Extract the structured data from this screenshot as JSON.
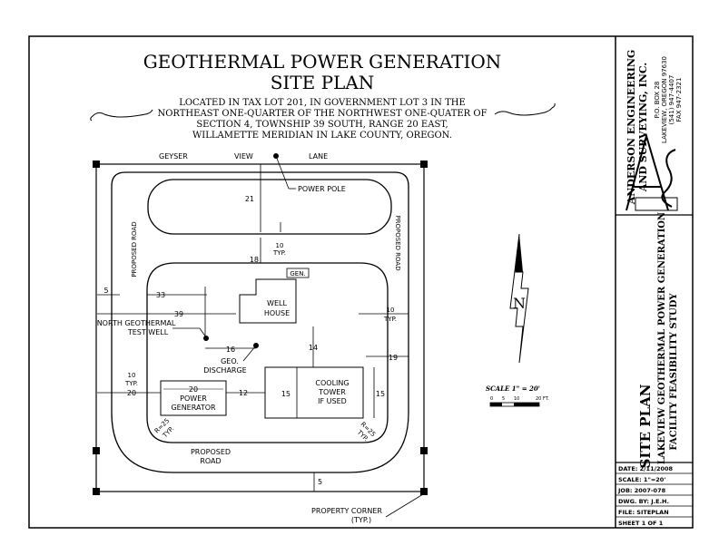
{
  "title": {
    "line1": "GEOTHERMAL POWER GENERATION",
    "line2": "SITE PLAN",
    "location": [
      "LOCATED IN TAX LOT 201, IN GOVERNMENT LOT 3 IN THE",
      "NORTHEAST ONE-QUARTER OF THE NORTHWEST ONE-QUATER OF",
      "SECTION 4, TOWNSHIP 39 SOUTH, RANGE 20 EAST,",
      "WILLAMETTE MERIDIAN IN LAKE COUNTY, OREGON."
    ]
  },
  "labels": {
    "geyser": "GEYSER",
    "view": "VIEW",
    "lane": "LANE",
    "power_pole": "POWER POLE",
    "proposed_road_left": "PROPOSED ROAD",
    "proposed_road_right": "PROPOSED ROAD",
    "gen": "GEN.",
    "well_house_1": "WELL",
    "well_house_2": "HOUSE",
    "north_well_1": "NORTH GEOTHERMAL",
    "north_well_2": "TEST WELL",
    "geo_discharge_1": "GEO.",
    "geo_discharge_2": "DISCHARGE",
    "power_gen_1": "POWER",
    "power_gen_2": "GENERATOR",
    "cooling_1": "COOLING",
    "cooling_2": "TOWER",
    "cooling_3": "IF USED",
    "proposed_road_bottom_1": "PROPOSED",
    "proposed_road_bottom_2": "ROAD",
    "property_corner_1": "PROPERTY CORNER",
    "property_corner_2": "(TYP.)",
    "r25_left_1": "R=25",
    "r25_left_2": "TYP.",
    "r25_right_1": "R=25",
    "r25_right_2": "TYP."
  },
  "dimensions": {
    "d21": "21",
    "d10_typ_top": "10",
    "d10_typ_top_label": "TYP.",
    "d18": "18",
    "d5_left": "5",
    "d33": "33",
    "d39": "39",
    "d10_typ_right": "10",
    "d10_typ_right_label": "TYP.",
    "d16": "16",
    "d14": "14",
    "d19": "19",
    "d10_typ_left": "10",
    "d10_typ_left_label": "TYP.",
    "d20_left": "20",
    "d20_gen": "20",
    "d12": "12",
    "d15_left": "15",
    "d15_right": "15",
    "d5_bottom": "5"
  },
  "north_arrow": {
    "letter": "N"
  },
  "scale_bar": {
    "label": "SCALE 1\" = 20'",
    "ticks": [
      "0",
      "5",
      "10",
      "20 FT."
    ]
  },
  "company": {
    "name_1": "ANDERSON ENGINEERING",
    "name_2": "AND SURVEYING, INC.",
    "addr_1": "P.O. BOX 28",
    "addr_2": "LAKEVIEW, OREGON 97630",
    "phone": "(541) 947-4407",
    "fax": "FAX  947-2321"
  },
  "project": {
    "title": "SITE PLAN",
    "line_1": "LAKEVIEW GEOTHERMAL POWER GENERATION",
    "line_2": "FACILITY FEASIBILITY STUDY"
  },
  "info_block": {
    "date": "DATE: 2/11/2008",
    "scale": "SCALE: 1\"=20'",
    "job": "JOB: 2007-078",
    "dwg_by": "DWG. BY: J.E.H.",
    "file": "FILE: SITEPLAN",
    "sheet": "SHEET 1 OF 1"
  }
}
